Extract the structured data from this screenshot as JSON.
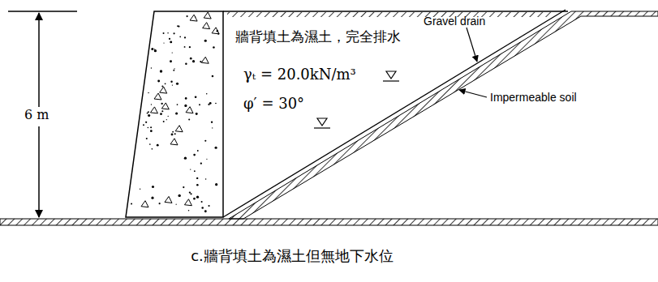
{
  "diagram": {
    "caption": "c.牆背填土為濕土但無地下水位",
    "labels": [
      "6 m",
      "Gravel drain",
      "Impermeable soil",
      "牆背填土為濕土，完全排水",
      "γₜ = 20.0kN/m³",
      "φ′ = 30°"
    ]
  }
}
